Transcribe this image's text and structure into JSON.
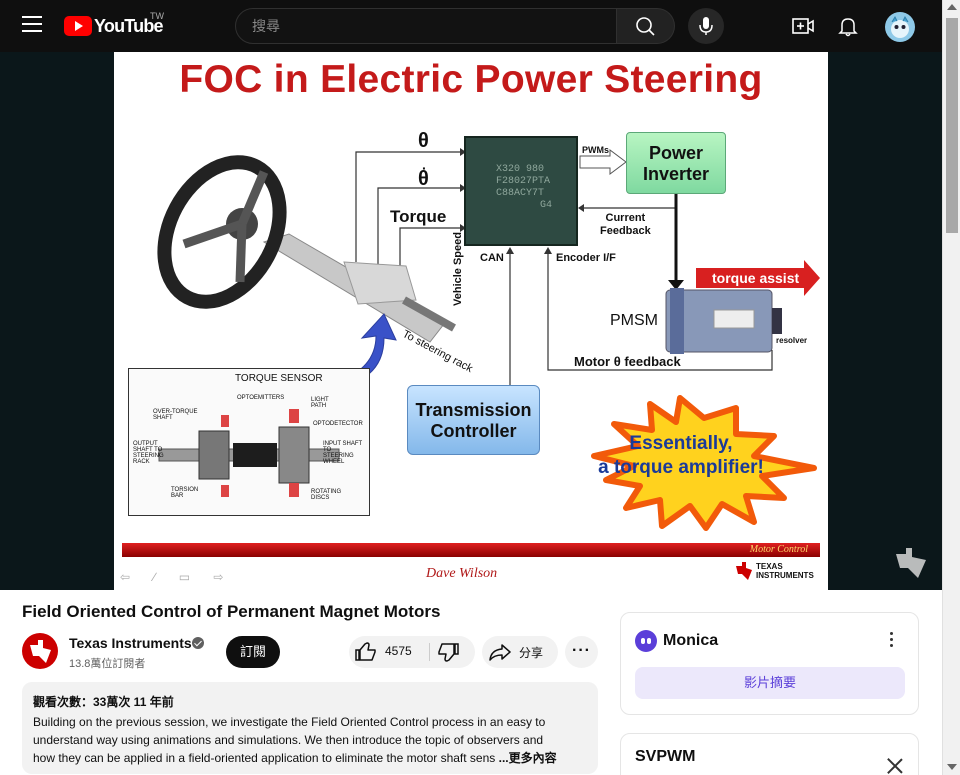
{
  "header": {
    "logo_text": "YouTube",
    "region": "TW",
    "search_placeholder": "搜尋",
    "icons": [
      "menu-icon",
      "search-icon",
      "mic-icon",
      "create-icon",
      "bell-icon",
      "avatar"
    ]
  },
  "slide": {
    "title": "FOC in Electric Power Steering",
    "theta_label": "θ",
    "theta_dot_label": "θ",
    "torque_label": "Torque",
    "chip_text": [
      "X320 980",
      "F28027PTA",
      "C88ACY7T",
      "G4"
    ],
    "pwms_label": "PWMs",
    "power_inverter": [
      "Power",
      "Inverter"
    ],
    "current_feedback": [
      "Current",
      "Feedback"
    ],
    "can_label": "CAN",
    "encoder_label": "Encoder I/F",
    "torque_assist": "torque assist",
    "pmsm_label": "PMSM",
    "resolver_label": "resolver",
    "motor_feedback": "Motor θ feedback",
    "vehicle_speed": "Vehicle Speed",
    "steering_rack": "To steering rack",
    "transmission_controller": [
      "Transmission",
      "Controller"
    ],
    "burst_text": [
      "Essentially,",
      "a torque amplifier!"
    ],
    "torque_sensor_title": "TORQUE SENSOR",
    "sensor_labels": [
      "OPTOEMITTERS",
      "LIGHT PATH",
      "OVER-TORQUE SHAFT",
      "OPTODETECTOR",
      "OUTPUT SHAFT TO STEERING RACK",
      "INPUT SHAFT TO STEERING WHEEL",
      "TORSION BAR",
      "ROTATING DISCS"
    ],
    "footer_motor_control": "Motor Control",
    "signature": "Dave Wilson",
    "ti_logo_text": [
      "TEXAS",
      "INSTRUMENTS"
    ]
  },
  "video": {
    "title": "Field Oriented Control of Permanent Magnet Motors",
    "channel_name": "Texas Instruments",
    "subscribers": "13.8萬位訂閱者",
    "subscribe_label": "訂閱",
    "like_count": "4575",
    "share_label": "分享",
    "more_label": "···"
  },
  "description": {
    "meta": "觀看次數：33萬次  11 年前",
    "lines": [
      "Building on the previous session, we investigate the Field Oriented Control process in an easy to",
      "understand way using animations and simulations.  We then introduce the topic of observers and",
      "how they can be applied in a field-oriented application to eliminate the motor shaft sens"
    ],
    "more": " ...更多內容"
  },
  "monica": {
    "name": "Monica",
    "summary_button": "影片摘要"
  },
  "svpwm": {
    "title": "SVPWM"
  }
}
